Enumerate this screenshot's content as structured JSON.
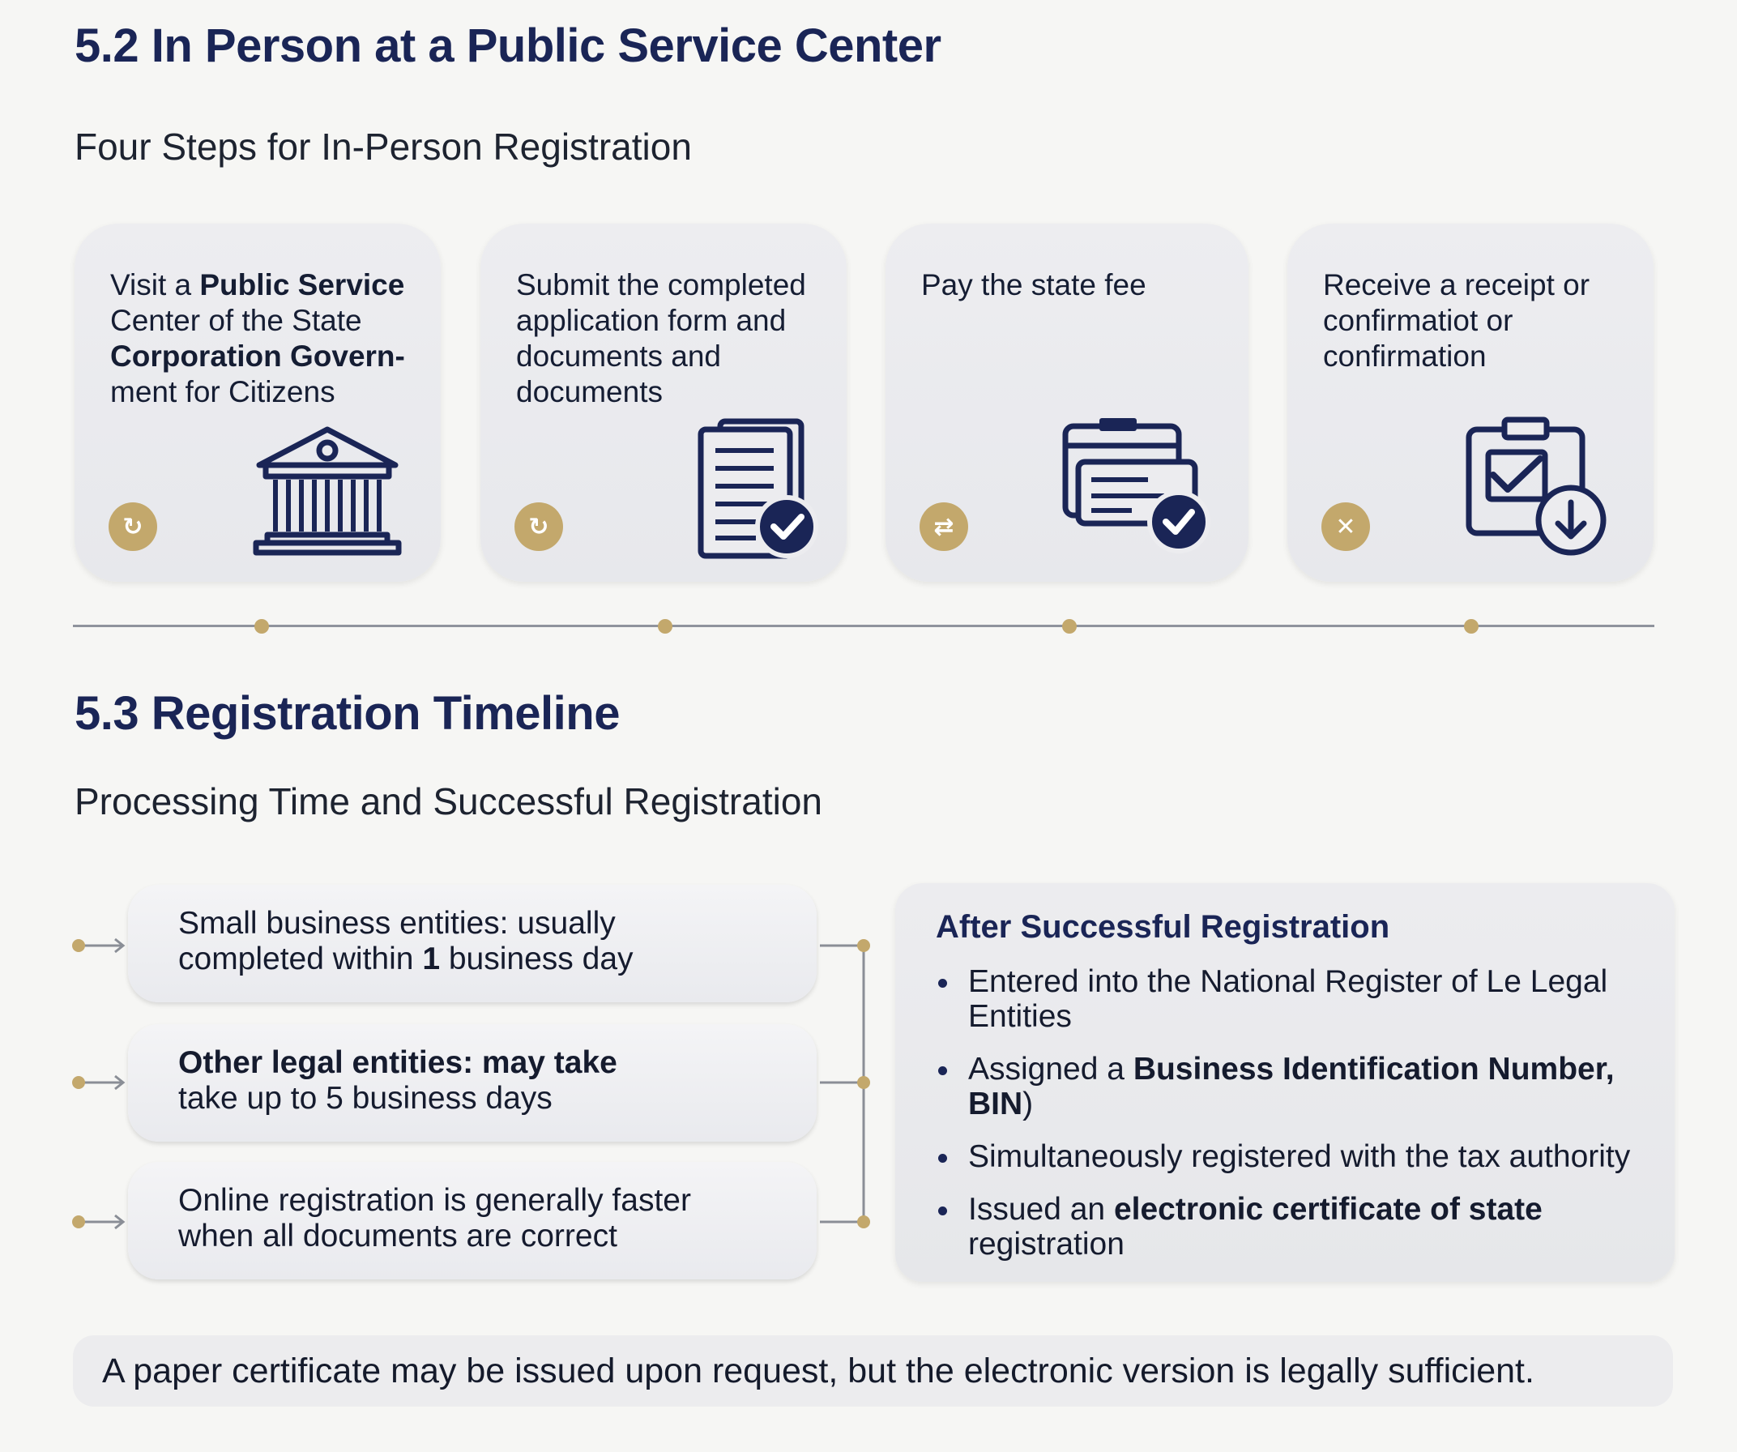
{
  "section_52": {
    "heading": "5.2 In Person at a Public Service Center",
    "subtitle": "Four Steps for In-Person Registration",
    "steps": [
      {
        "lines": [
          [
            "Visit a ",
            "Public Service"
          ],
          [
            "Center of the State"
          ],
          [
            "",
            "Corporation Govern-"
          ],
          [
            "ment for Citizens"
          ]
        ],
        "badge_icon": "refresh-icon",
        "icon": "bank-building-icon"
      },
      {
        "lines": [
          [
            "Submit the completed"
          ],
          [
            "application form and"
          ],
          [
            "documents and"
          ],
          [
            "documents"
          ]
        ],
        "badge_icon": "refresh-icon",
        "icon": "document-check-icon"
      },
      {
        "lines": [
          [
            "Pay the state fee"
          ]
        ],
        "badge_icon": "swap-icon",
        "icon": "payment-card-check-icon"
      },
      {
        "lines": [
          [
            "Receive a receipt or"
          ],
          [
            "confirmatiot or"
          ],
          [
            "confirmation"
          ]
        ],
        "badge_icon": "cross-swap-icon",
        "icon": "clipboard-download-icon"
      }
    ],
    "step_badges": [
      "↻",
      "↻",
      "⇄",
      "✕"
    ]
  },
  "section_53": {
    "heading": "5.3 Registration Timeline",
    "subtitle": "Processing Time and Successful Registration",
    "timeline": [
      {
        "lines": [
          [
            "Small business entities: usually"
          ],
          [
            "completed within ",
            "1",
            " business day"
          ]
        ]
      },
      {
        "lines": [
          [
            "",
            "Other legal entities: may take"
          ],
          [
            "take up to 5 business days"
          ]
        ]
      },
      {
        "lines": [
          [
            "Online registration is generally faster"
          ],
          [
            "when all documents are correct"
          ]
        ]
      }
    ],
    "after": {
      "title": "After Successful Registration",
      "bullets": [
        {
          "parts": [
            "Entered into the National Register of Le Legal Entities"
          ]
        },
        {
          "parts": [
            "Assigned a ",
            "Business Identification Number, BIN",
            ")"
          ]
        },
        {
          "parts": [
            "Simultaneously registered with the tax authority"
          ]
        },
        {
          "parts": [
            "Issued an ",
            "electronic certificate of state",
            " registration"
          ]
        }
      ]
    },
    "note": "A paper certificate may be issued upon request, but the electronic version is legally sufficient."
  },
  "colors": {
    "navy": "#1a2556",
    "gold": "#c3a86c",
    "card": "#e9eaee"
  }
}
